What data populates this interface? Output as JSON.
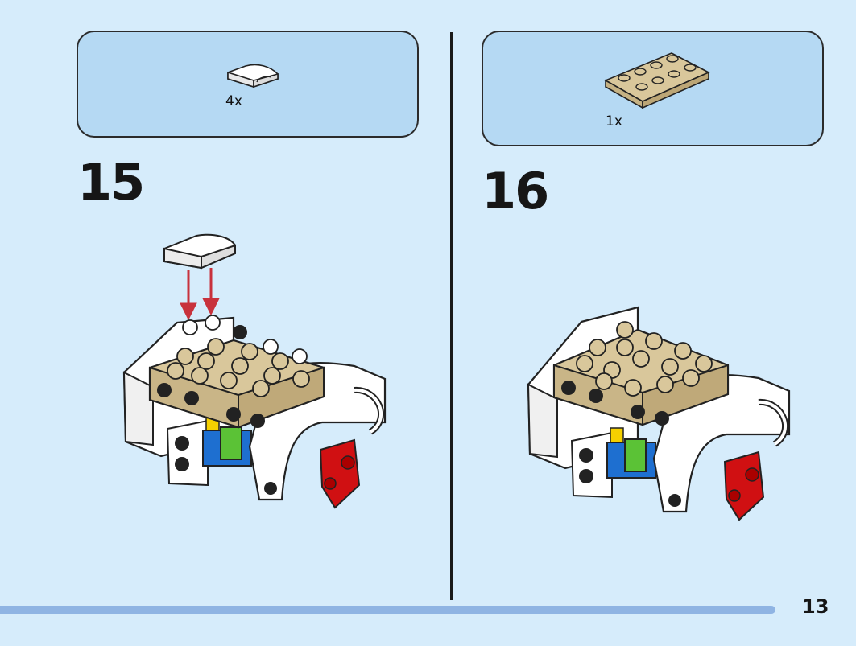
{
  "page_number": "13",
  "steps": [
    {
      "number": "15",
      "parts": [
        {
          "qty": "4x",
          "part_icon": "white-curved-slope-1x2-icon",
          "color": "#ffffff"
        }
      ]
    },
    {
      "number": "16",
      "parts": [
        {
          "qty": "1x",
          "part_icon": "tan-plate-2x4-icon",
          "color": "#d9c79b"
        }
      ]
    }
  ],
  "colors": {
    "background": "#d6ecfb",
    "parts_box": "#b5d9f3",
    "progress_bar": "#8fb4e3",
    "arrow": "#c8323c",
    "tan": "#d9c79b",
    "red": "#d01012",
    "blue": "#1e6fd0",
    "green": "#5bc236",
    "yellow": "#f5d000"
  }
}
